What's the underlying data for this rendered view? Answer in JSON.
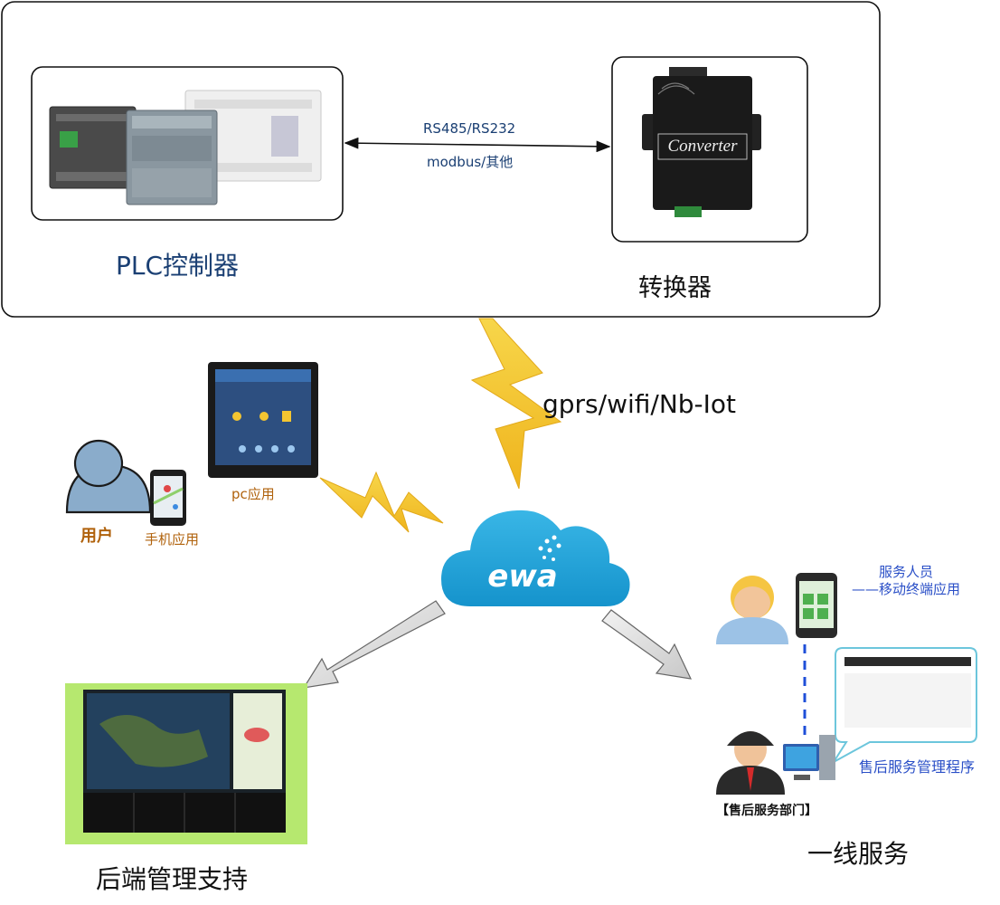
{
  "plc": {
    "label": "PLC控制器"
  },
  "converter": {
    "label": "转换器",
    "device_text": "Converter"
  },
  "link": {
    "protocol_line1": "RS485/RS232",
    "protocol_line2": "modbus/其他"
  },
  "network": {
    "label": "gprs/wifi/Nb-Iot"
  },
  "cloud": {
    "brand": "ewa"
  },
  "pc_app": {
    "label": "pc应用"
  },
  "user": {
    "label": "用户"
  },
  "mobile_app": {
    "label": "手机应用"
  },
  "service_staff": {
    "line1": "服务人员",
    "line2": "——移动终端应用"
  },
  "after_sales": {
    "program": "售后服务管理程序",
    "department": "【售后服务部门】"
  },
  "backend": {
    "label": "后端管理支持"
  },
  "frontline": {
    "label": "一线服务"
  },
  "colors": {
    "label_blue": "#1a3f73",
    "label_orange": "#b0620c",
    "service_blue": "#2a4fc7",
    "bolt_yellow": "#f3c531",
    "cloud_blue": "#1ea2d8",
    "backend_green": "#b6e86f"
  }
}
